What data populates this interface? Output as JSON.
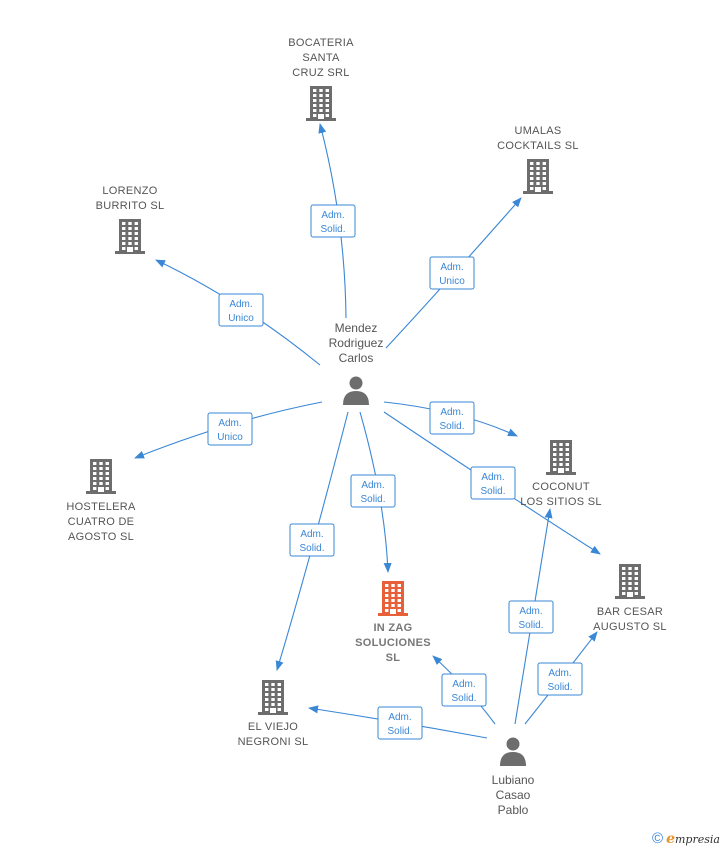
{
  "colors": {
    "edge": "#3a87d6",
    "company": "#6d6d6d",
    "focus": "#e8603a",
    "person": "#6d6d6d"
  },
  "companies": [
    {
      "id": "bocateria",
      "lines": [
        "BOCATERIA",
        "SANTA",
        "CRUZ SRL"
      ],
      "focus": false
    },
    {
      "id": "umalas",
      "lines": [
        "UMALAS",
        "COCKTAILS SL"
      ],
      "focus": false
    },
    {
      "id": "lorenzo",
      "lines": [
        "LORENZO",
        "BURRITO  SL"
      ],
      "focus": false
    },
    {
      "id": "hostelera",
      "lines": [
        "HOSTELERA",
        "CUATRO DE",
        "AGOSTO  SL"
      ],
      "focus": false
    },
    {
      "id": "coconut",
      "lines": [
        "COCONUT",
        "LOS SITIOS  SL"
      ],
      "focus": false
    },
    {
      "id": "inzag",
      "lines": [
        "IN ZAG",
        "SOLUCIONES",
        "SL"
      ],
      "focus": true
    },
    {
      "id": "barcesar",
      "lines": [
        "BAR CESAR",
        "AUGUSTO  SL"
      ],
      "focus": false
    },
    {
      "id": "viejo",
      "lines": [
        "EL VIEJO",
        "NEGRONI  SL"
      ],
      "focus": false
    }
  ],
  "persons": [
    {
      "id": "mendez",
      "lines": [
        "Mendez",
        "Rodriguez",
        "Carlos"
      ]
    },
    {
      "id": "lubiano",
      "lines": [
        "Lubiano",
        "Casao",
        "Pablo"
      ]
    }
  ],
  "edges": [
    {
      "from": "mendez",
      "to": "bocateria",
      "label": [
        "Adm.",
        "Solid."
      ]
    },
    {
      "from": "mendez",
      "to": "umalas",
      "label": [
        "Adm.",
        "Unico"
      ]
    },
    {
      "from": "mendez",
      "to": "lorenzo",
      "label": [
        "Adm.",
        "Unico"
      ]
    },
    {
      "from": "mendez",
      "to": "hostelera",
      "label": [
        "Adm.",
        "Unico"
      ]
    },
    {
      "from": "mendez",
      "to": "coconut",
      "label": [
        "Adm.",
        "Solid."
      ]
    },
    {
      "from": "mendez",
      "to": "barcesar",
      "label": [
        "Adm.",
        "Solid."
      ]
    },
    {
      "from": "mendez",
      "to": "inzag",
      "label": [
        "Adm.",
        "Solid."
      ]
    },
    {
      "from": "mendez",
      "to": "viejo",
      "label": [
        "Adm.",
        "Solid."
      ]
    },
    {
      "from": "lubiano",
      "to": "coconut",
      "label": [
        "Adm.",
        "Solid."
      ]
    },
    {
      "from": "lubiano",
      "to": "barcesar",
      "label": [
        "Adm.",
        "Solid."
      ]
    },
    {
      "from": "lubiano",
      "to": "inzag",
      "label": [
        "Adm.",
        "Solid."
      ]
    },
    {
      "from": "lubiano",
      "to": "viejo",
      "label": [
        "Adm.",
        "Solid."
      ]
    }
  ],
  "footer": {
    "copyright": "©",
    "brand_initial": "e",
    "brand_rest": "mpresia"
  }
}
